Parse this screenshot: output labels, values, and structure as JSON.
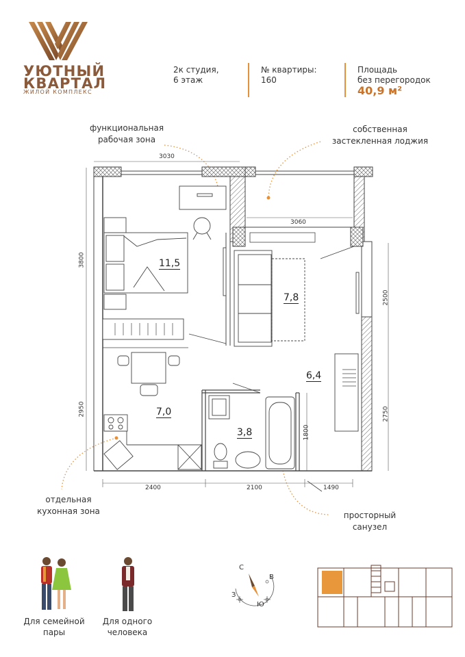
{
  "brand": {
    "line1": "УЮТНЫЙ",
    "line2": "КВАРТАЛ",
    "subtitle": "ЖИЛОЙ КОМПЛЕКС"
  },
  "header": {
    "type_line1": "2к студия,",
    "type_line2": "6 этаж",
    "apt_label": "№ квартиры:",
    "apt_number": "160",
    "area_label1": "Площадь",
    "area_label2": "без перегородок",
    "area_value": "40,9 м²"
  },
  "annotations": {
    "work_zone_1": "функциональная",
    "work_zone_2": "рабочая зона",
    "loggia_1": "собственная",
    "loggia_2": "застекленная лоджия",
    "kitchen_1": "отдельная",
    "kitchen_2": "кухонная зона",
    "bathroom_1": "просторный",
    "bathroom_2": "санузел"
  },
  "rooms": {
    "bedroom": "11,5",
    "living": "7,8",
    "kitchen": "7,0",
    "hall": "6,4",
    "bath": "3,8"
  },
  "dimensions": {
    "top": "3030",
    "loggia": "3060",
    "left_upper": "3800",
    "left_lower": "2950",
    "right_upper": "2500",
    "right_lower": "2750",
    "bath_height": "1800",
    "bottom_1": "2400",
    "bottom_2": "2100",
    "bottom_3": "1490"
  },
  "compass": {
    "north": "С",
    "east": "В",
    "south": "Ю",
    "west": "З"
  },
  "audience": {
    "couple_1": "Для семейной",
    "couple_2": "пары",
    "single_1": "Для одного",
    "single_2": "человека"
  },
  "colors": {
    "accent": "#e6913a",
    "brand": "#8a5a3a",
    "highlight": "#e8973a"
  }
}
